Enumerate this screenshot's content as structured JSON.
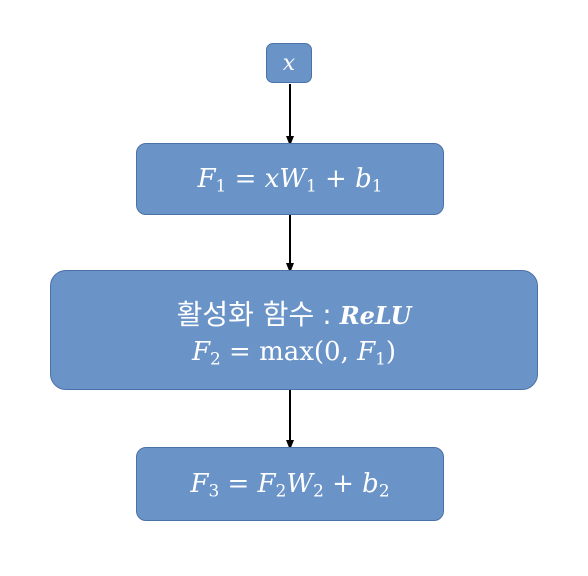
{
  "nodes": {
    "input": {
      "var": "x"
    },
    "layer1": {
      "lhs": "F",
      "lhs_sub": "1",
      "eq": "=",
      "term1": "xW",
      "term1_sub": "1",
      "op": "+",
      "term2": "b",
      "term2_sub": "1"
    },
    "activation": {
      "label_korean": "활성화 함수",
      "colon": ":",
      "name": "ReLU",
      "lhs": "F",
      "lhs_sub": "2",
      "eq": "=",
      "func": "max(0, ",
      "arg": "F",
      "arg_sub": "1",
      "close": ")"
    },
    "layer3": {
      "lhs": "F",
      "lhs_sub": "3",
      "eq": "=",
      "term1": "F",
      "term1_sub": "2",
      "term1b": "W",
      "term1b_sub": "2",
      "op": "+",
      "term2": "b",
      "term2_sub": "2"
    }
  },
  "colors": {
    "box_fill": "#6a93c8",
    "box_border": "#4a72a6",
    "text": "#ffffff",
    "arrow": "#000000"
  }
}
